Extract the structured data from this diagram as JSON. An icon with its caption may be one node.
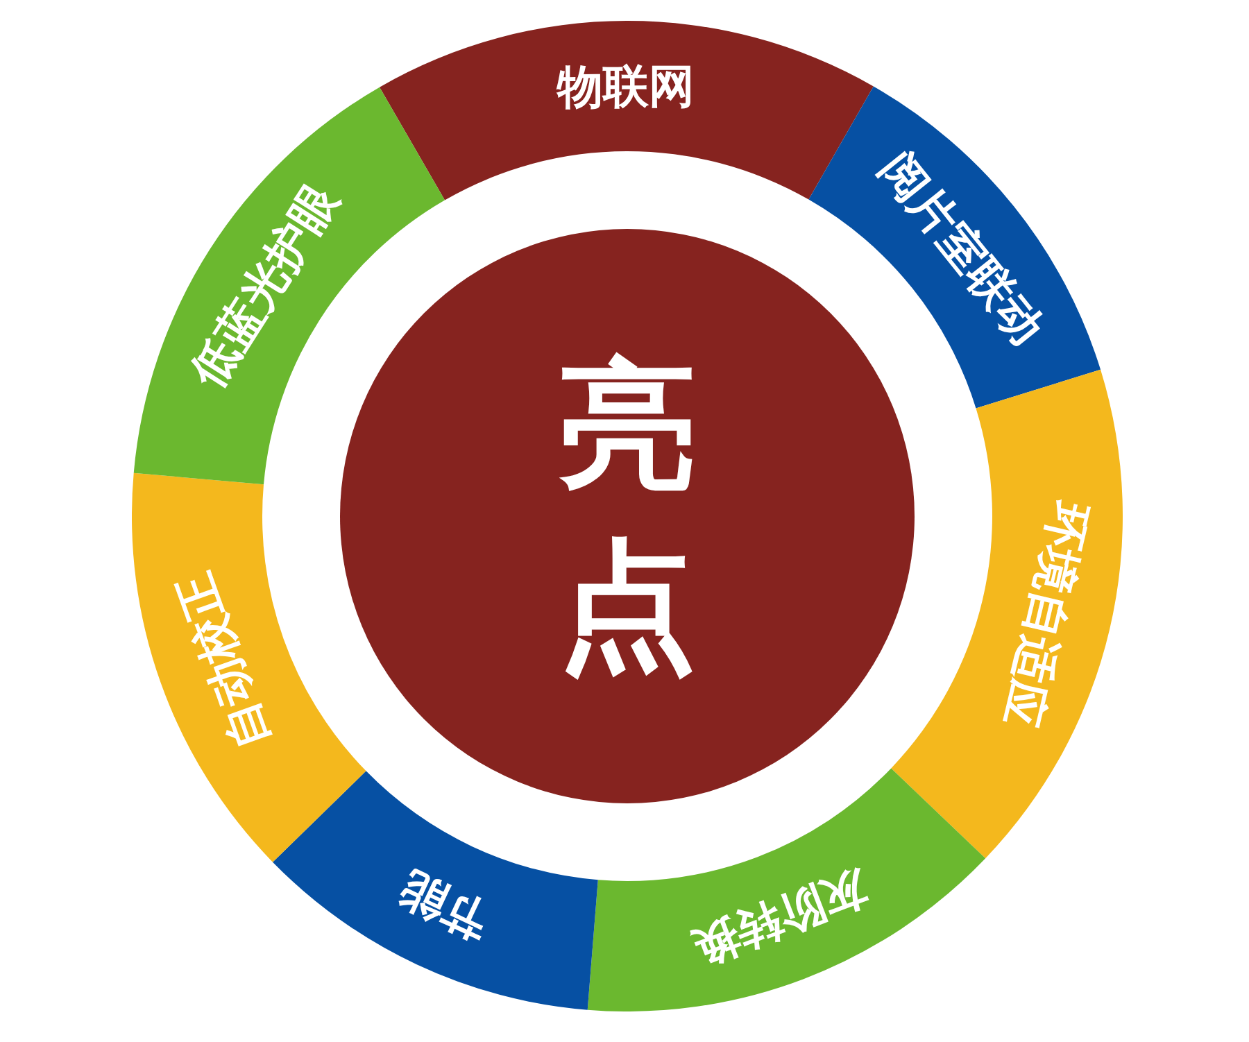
{
  "diagram": {
    "nodes": [
      {
        "text": [
          "亮点"
        ]
      },
      {
        "text": [
          "物联网"
        ]
      },
      {
        "text": [
          "阅片室联动"
        ]
      },
      {
        "text": [
          "环境自适应"
        ]
      },
      {
        "text": [
          "灰阶转换"
        ]
      },
      {
        "text": [
          "节能"
        ]
      },
      {
        "text": [
          "自动校正"
        ]
      },
      {
        "text": [
          "低蓝光护眼"
        ]
      }
    ]
  }
}
